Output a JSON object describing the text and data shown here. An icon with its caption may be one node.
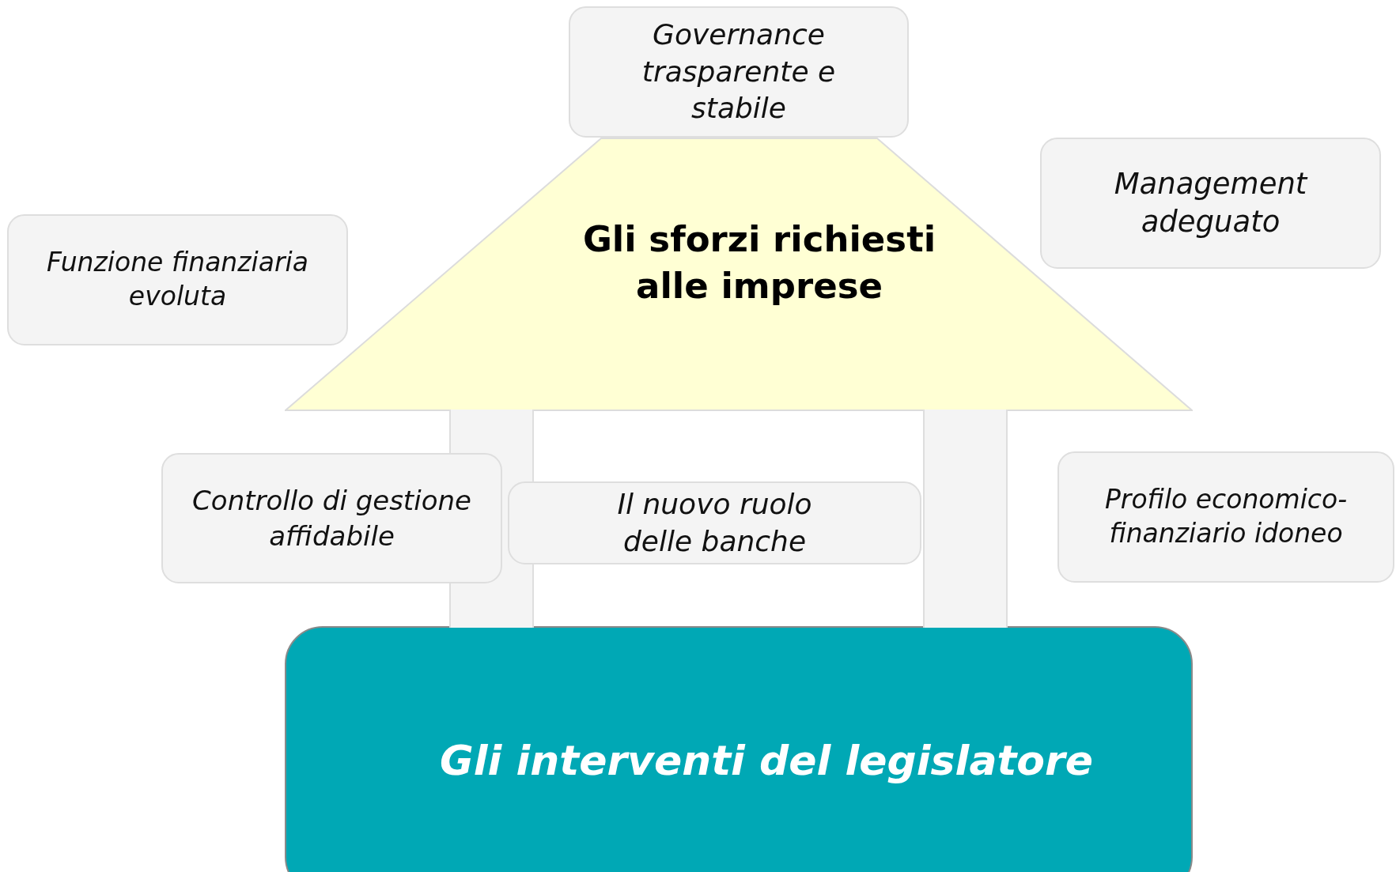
{
  "diagram": {
    "nodes": [
      {
        "text": [
          "Governance trasparente e stabile"
        ]
      },
      {
        "text": [
          "Management adeguato"
        ]
      },
      {
        "text": [
          "Funzione finanziaria evoluta"
        ]
      },
      {
        "text": [
          "Gli sforzi richiesti alle imprese"
        ]
      },
      {
        "text": [
          "Controllo di gestione affidabile"
        ]
      },
      {
        "text": [
          "Il nuovo ruolo delle banche"
        ]
      },
      {
        "text": [
          "Profilo economico-finanziario idoneo"
        ]
      },
      {
        "text": [
          "Gli interventi del legislatore"
        ]
      },
      {
        "text": [],
        "shape": "bar"
      },
      {
        "text": [],
        "shape": "bar"
      }
    ]
  }
}
